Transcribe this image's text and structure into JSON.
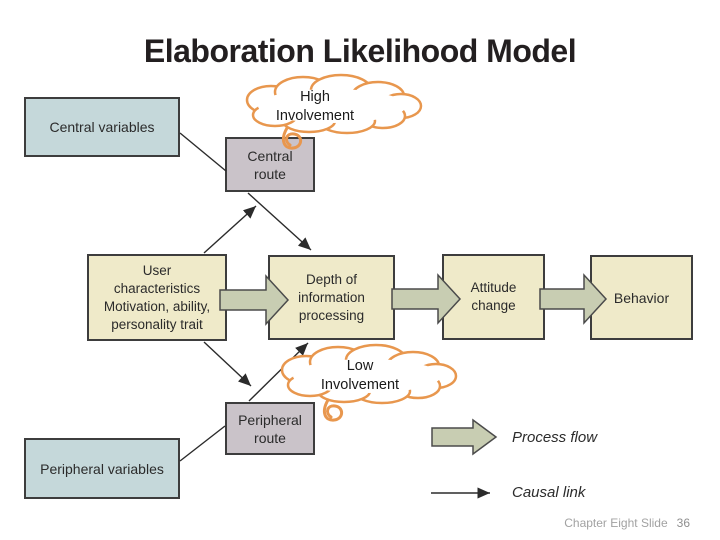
{
  "slide": {
    "title": "Elaboration Likelihood Model",
    "footer": {
      "chapter": "Chapter Eight Slide",
      "page": "36"
    }
  },
  "diagram": {
    "boxes": {
      "central_variables": {
        "label": "Central variables"
      },
      "central_route": {
        "lines": [
          "Central",
          "route"
        ]
      },
      "user_characteristics": {
        "lines": [
          "User",
          "characteristics",
          "Motivation, ability,",
          "personality trait"
        ]
      },
      "depth_of_processing": {
        "lines": [
          "Depth of",
          "information",
          "processing"
        ]
      },
      "attitude_change": {
        "lines": [
          "Attitude",
          "change"
        ]
      },
      "behavior": {
        "label": "Behavior"
      },
      "peripheral_route": {
        "lines": [
          "Peripheral",
          "route"
        ]
      },
      "peripheral_variables": {
        "label": "Peripheral variables"
      }
    },
    "callouts": {
      "high_involvement": {
        "lines": [
          "High",
          "Involvement"
        ]
      },
      "low_involvement": {
        "lines": [
          "Low",
          "Involvement"
        ]
      }
    },
    "legend": {
      "process_flow": "Process flow",
      "causal_link": "Causal link"
    },
    "colors": {
      "variable_box": "#c5d8da",
      "process_box": "#efeac9",
      "route_box": "#cac3c9",
      "process_arrow": "#c8cdb2",
      "callout_outline": "#e8974e",
      "causal_line": "#2b2b2b",
      "title_text": "#231f20",
      "footer_text": "#a2a2a2"
    }
  }
}
